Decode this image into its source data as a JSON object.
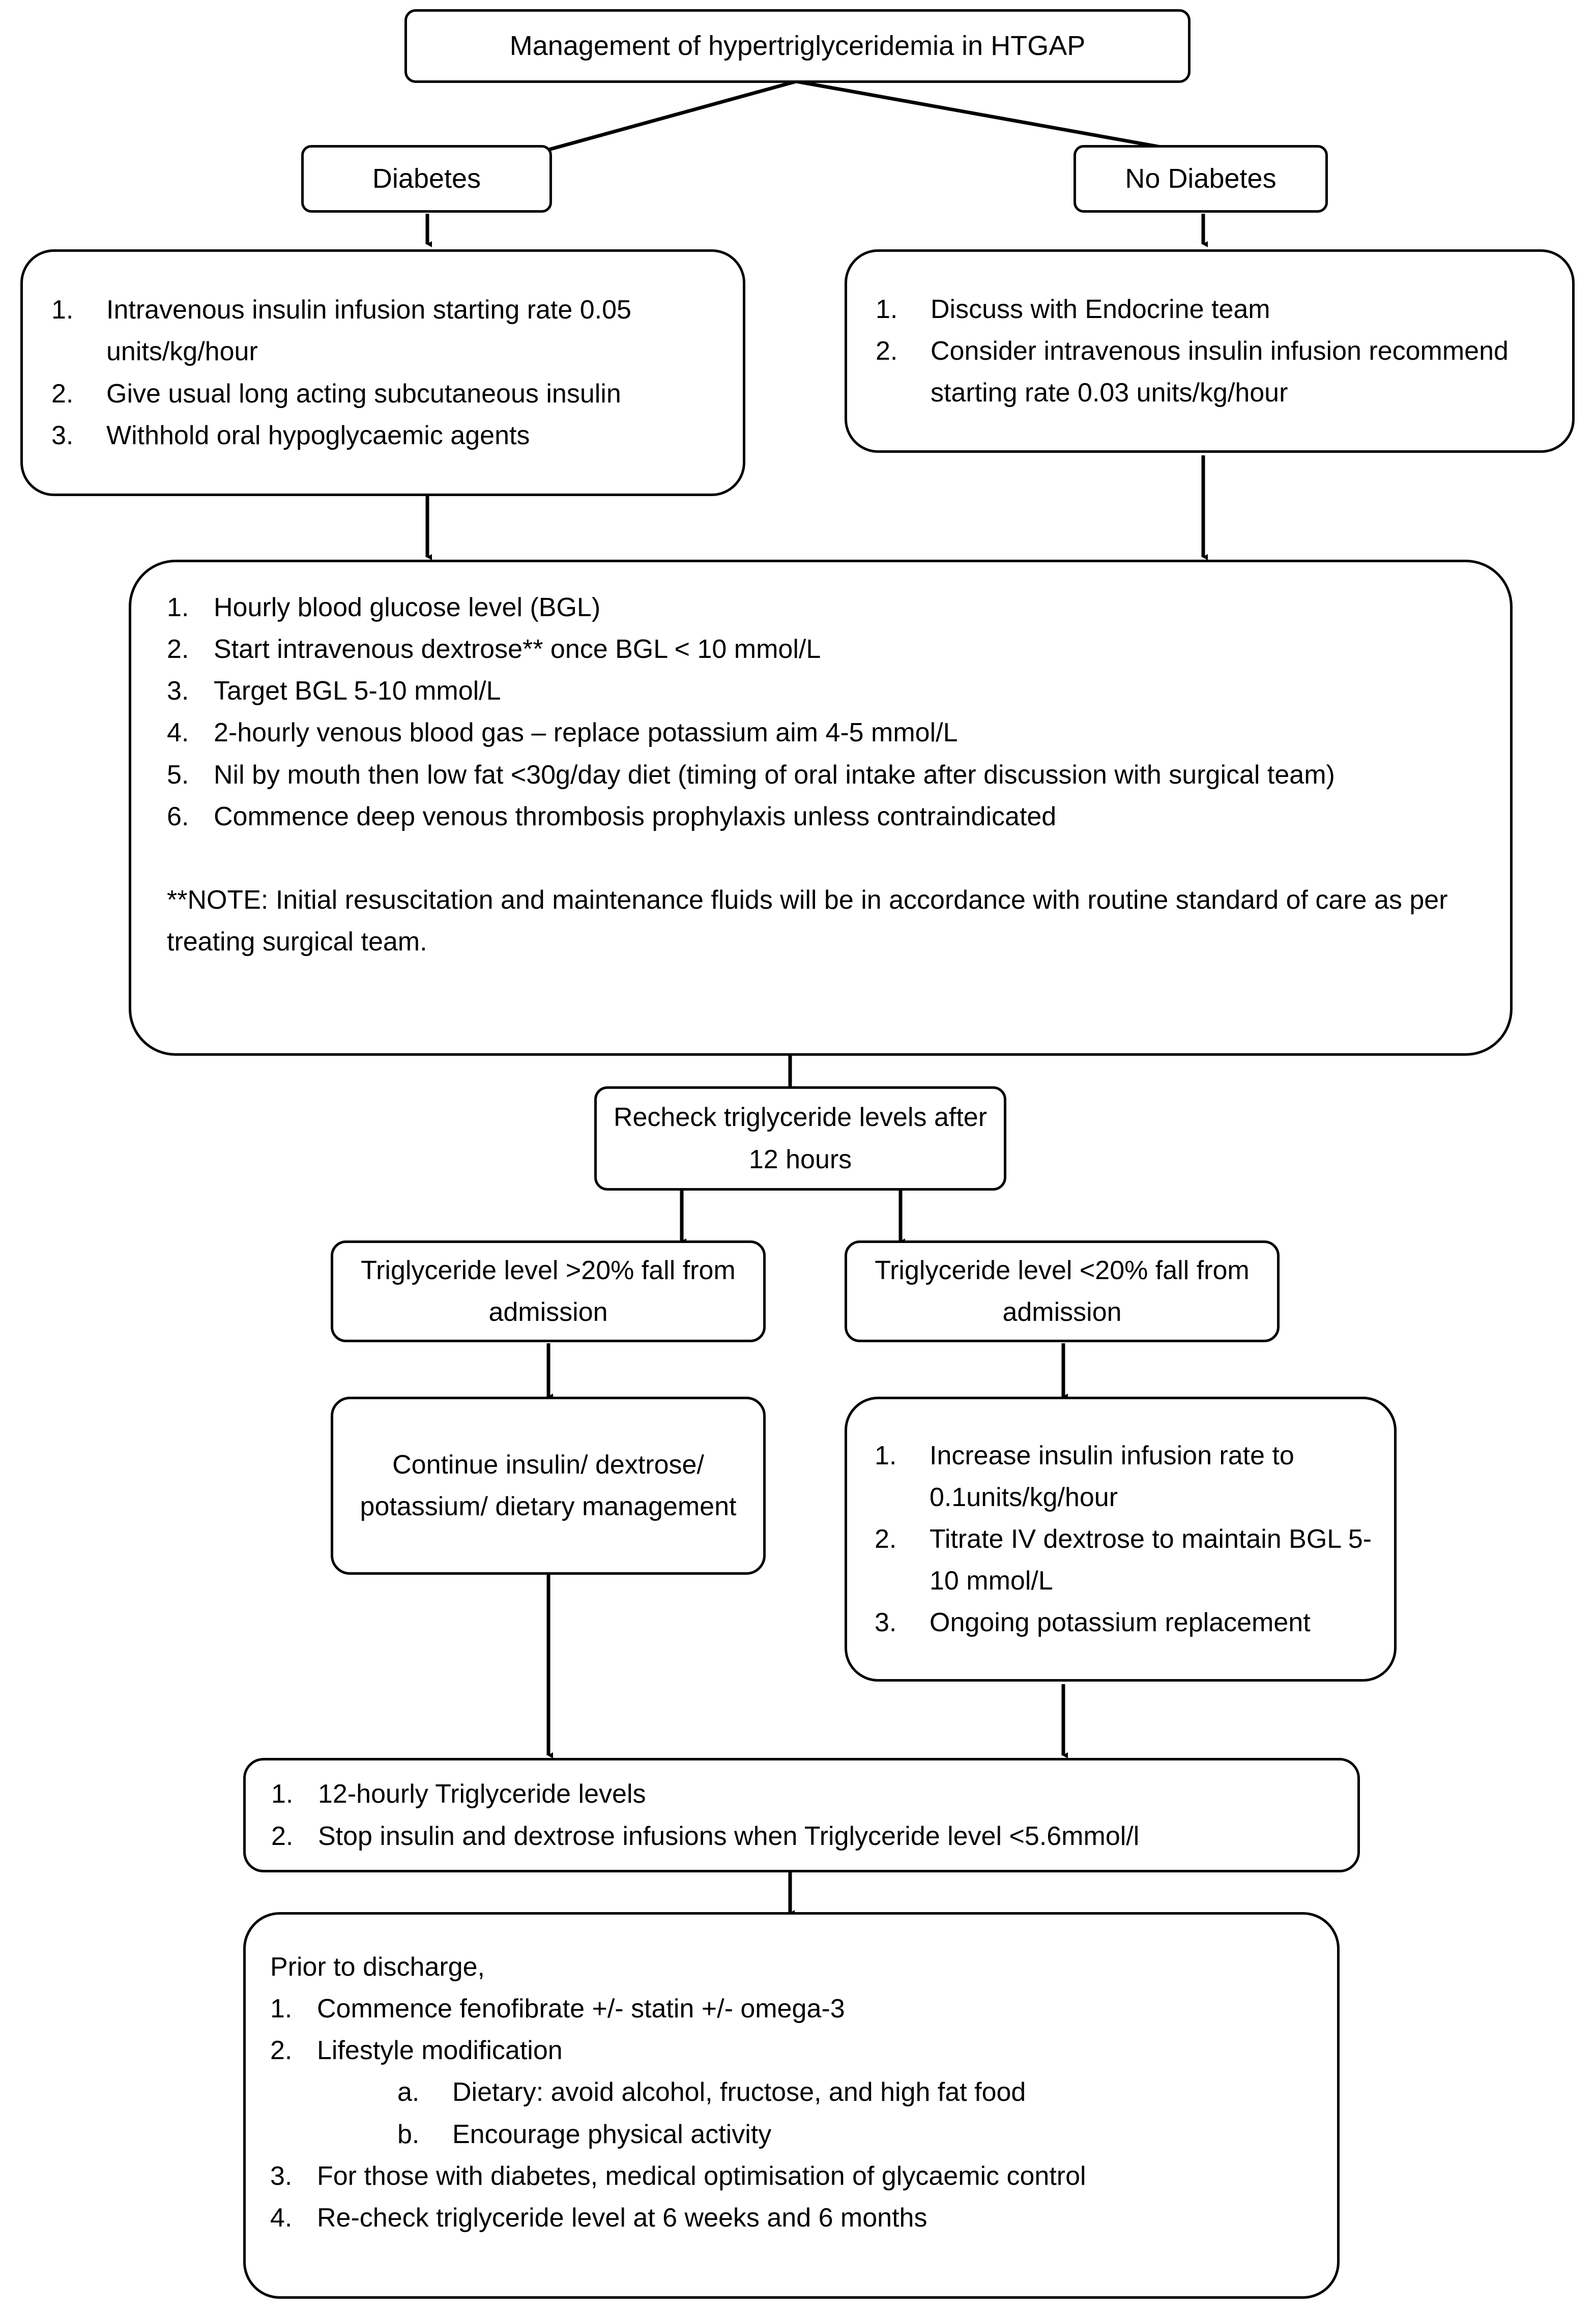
{
  "flowchart": {
    "title_node": {
      "label": "Management of hypertriglyceridemia in HTGAP"
    },
    "branch_diabetes": {
      "label": "Diabetes"
    },
    "branch_no_diabetes": {
      "label": "No Diabetes"
    },
    "diabetes_actions": {
      "items": [
        {
          "mark": "1.",
          "text": "Intravenous insulin infusion starting rate 0.05 units/kg/hour"
        },
        {
          "mark": "2.",
          "text": "Give usual long acting subcutaneous insulin"
        },
        {
          "mark": "3.",
          "text": "Withhold oral hypoglycaemic agents"
        }
      ]
    },
    "no_diabetes_actions": {
      "items": [
        {
          "mark": "1.",
          "text": "Discuss with Endocrine team"
        },
        {
          "mark": "2.",
          "text": "Consider intravenous insulin infusion recommend starting rate 0.03 units/kg/hour"
        }
      ]
    },
    "monitoring": {
      "items": [
        {
          "mark": "1.",
          "text": "Hourly blood glucose level (BGL)"
        },
        {
          "mark": "2.",
          "text": "Start intravenous dextrose** once BGL < 10 mmol/L"
        },
        {
          "mark": "3.",
          "text": "Target BGL 5-10 mmol/L"
        },
        {
          "mark": "4.",
          "text": "2-hourly venous blood gas – replace potassium aim 4-5 mmol/L"
        },
        {
          "mark": "5.",
          "text": "Nil by mouth then low fat <30g/day diet (timing of oral intake after discussion with surgical team)"
        },
        {
          "mark": "6.",
          "text": "Commence deep venous thrombosis prophylaxis unless contraindicated"
        }
      ],
      "note": "**NOTE: Initial resuscitation and maintenance fluids will be in accordance with routine standard of care as per treating surgical team."
    },
    "recheck": {
      "label": "Recheck triglyceride levels after 12 hours"
    },
    "tg_high_fall": {
      "label": "Triglyceride level >20% fall from admission"
    },
    "tg_low_fall": {
      "label": "Triglyceride level <20% fall from admission"
    },
    "continue_management": {
      "label": "Continue insulin/ dextrose/ potassium/ dietary management"
    },
    "escalate_management": {
      "items": [
        {
          "mark": "1.",
          "text": "Increase insulin infusion rate to 0.1units/kg/hour"
        },
        {
          "mark": "2.",
          "text": "Titrate IV dextrose to maintain BGL 5-10 mmol/L"
        },
        {
          "mark": "3.",
          "text": "Ongoing potassium replacement"
        }
      ]
    },
    "stop_infusions": {
      "items": [
        {
          "mark": "1.",
          "text": "12-hourly Triglyceride levels"
        },
        {
          "mark": "2.",
          "text": "Stop insulin and dextrose infusions when Triglyceride level <5.6mmol/l"
        }
      ]
    },
    "discharge": {
      "heading": "Prior to discharge,",
      "items": [
        {
          "mark": "1.",
          "text": "Commence fenofibrate +/- statin +/- omega-3"
        },
        {
          "mark": "2.",
          "text": "Lifestyle modification"
        }
      ],
      "sub_items": [
        {
          "mark": "a.",
          "text": "Dietary: avoid alcohol, fructose, and high fat food"
        },
        {
          "mark": "b.",
          "text": "Encourage physical activity"
        }
      ],
      "items_tail": [
        {
          "mark": "3.",
          "text": "For those with diabetes, medical optimisation of glycaemic control"
        },
        {
          "mark": "4.",
          "text": "Re-check triglyceride level at 6 weeks and 6 months"
        }
      ]
    },
    "colors": {
      "stroke": "#000000",
      "fill": "#ffffff",
      "text": "#000000"
    }
  }
}
